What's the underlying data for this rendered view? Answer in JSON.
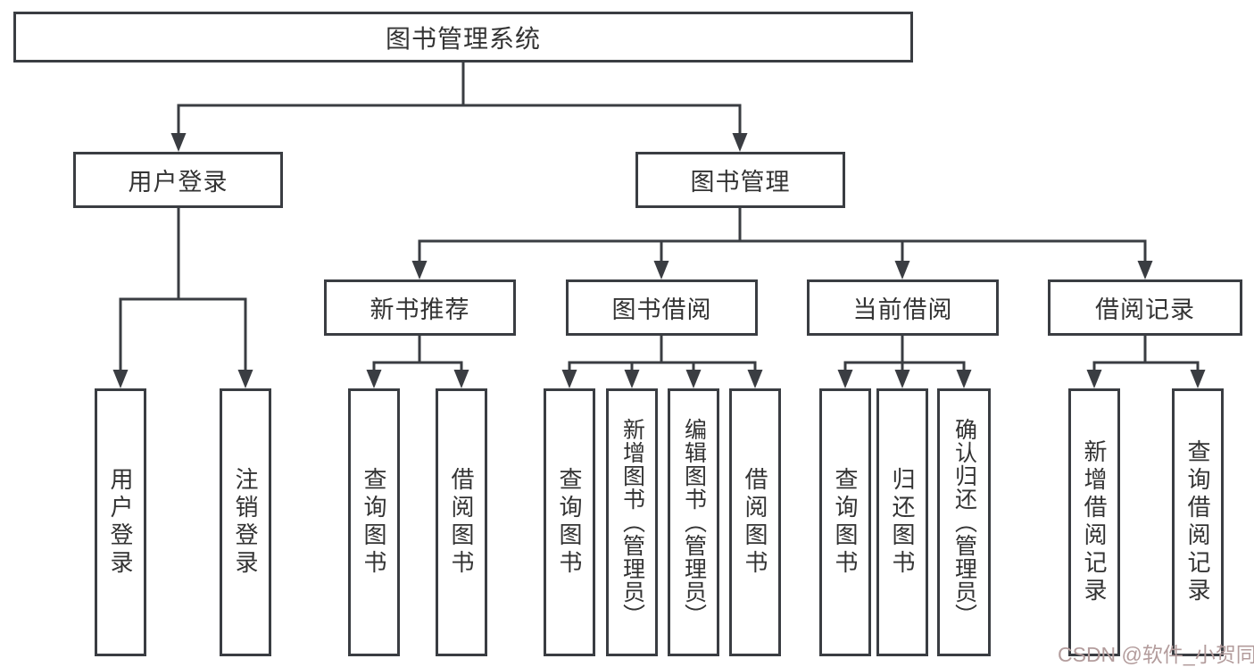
{
  "colors": {
    "line": "#3a3d42",
    "text": "#333333",
    "background": "#ffffff",
    "watermark": "#b39c9c"
  },
  "watermark": {
    "text": "CSDN @软件_小贺同学"
  },
  "nodes": {
    "root": {
      "label": "图书管理系统"
    },
    "user_login": {
      "label": "用户登录"
    },
    "book_mgmt": {
      "label": "图书管理"
    },
    "new_books": {
      "label": "新书推荐"
    },
    "book_borrow": {
      "label": "图书借阅"
    },
    "current_borrow": {
      "label": "当前借阅"
    },
    "borrow_records": {
      "label": "借阅记录"
    },
    "leaf_user_login": {
      "label": "用户登录"
    },
    "leaf_logout": {
      "label": "注销登录"
    },
    "leaf_query_books_1": {
      "label": "查询图书"
    },
    "leaf_borrow_books_1": {
      "label": "借阅图书"
    },
    "leaf_query_books_2": {
      "label": "查询图书"
    },
    "leaf_add_books": {
      "label": "新增图书（管理员）"
    },
    "leaf_edit_books": {
      "label": "编辑图书（管理员）"
    },
    "leaf_borrow_books_2": {
      "label": "借阅图书"
    },
    "leaf_query_books_3": {
      "label": "查询图书"
    },
    "leaf_return_books": {
      "label": "归还图书"
    },
    "leaf_confirm_return": {
      "label": "确认归还（管理员）"
    },
    "leaf_add_record": {
      "label": "新增借阅记录"
    },
    "leaf_query_record": {
      "label": "查询借阅记录"
    }
  },
  "hierarchy": {
    "图书管理系统": {
      "用户登录": [
        "用户登录",
        "注销登录"
      ],
      "图书管理": {
        "新书推荐": [
          "查询图书",
          "借阅图书"
        ],
        "图书借阅": [
          "查询图书",
          "新增图书（管理员）",
          "编辑图书（管理员）",
          "借阅图书"
        ],
        "当前借阅": [
          "查询图书",
          "归还图书",
          "确认归还（管理员）"
        ],
        "借阅记录": [
          "新增借阅记录",
          "查询借阅记录"
        ]
      }
    }
  }
}
